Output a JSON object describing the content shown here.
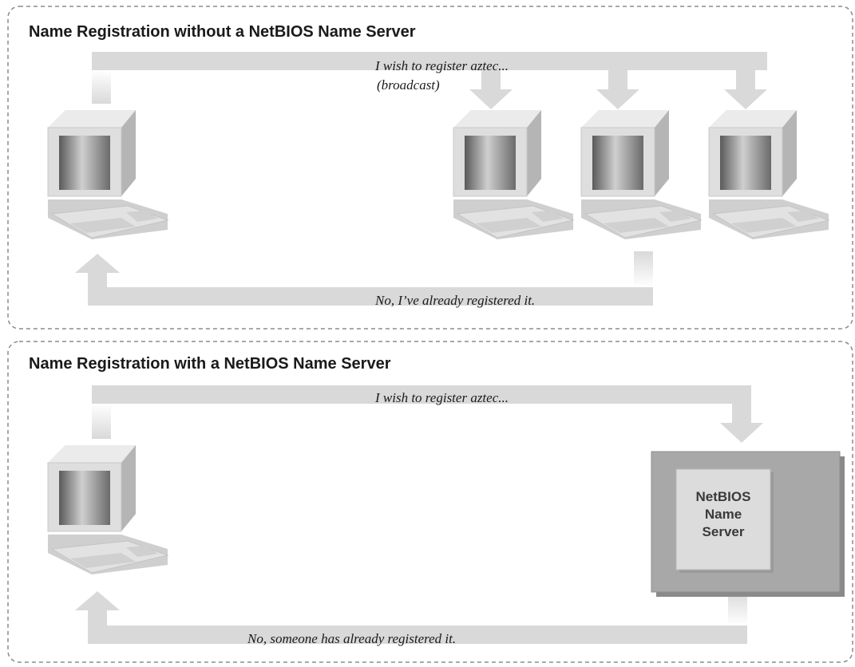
{
  "panel_top": {
    "title": "Name Registration without a NetBIOS Name Server",
    "request_line1": "I wish to register aztec...",
    "request_line2": "(broadcast)",
    "reply": "No, I’ve already registered it."
  },
  "panel_bottom": {
    "title": "Name Registration with a NetBIOS Name Server",
    "request": "I wish to register aztec...",
    "reply": "No, someone has already registered it.",
    "server_label": [
      "NetBIOS",
      "Name",
      "Server"
    ]
  },
  "colors": {
    "arrow": "#d9d9d9",
    "border": "#8c8c8c",
    "server_outer": "#a8a8a8",
    "server_inner": "#dcdcdc"
  }
}
